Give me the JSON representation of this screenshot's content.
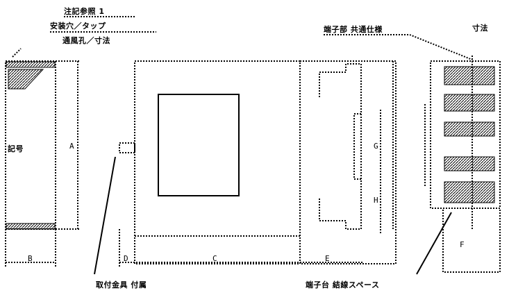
{
  "labels": {
    "top_left_1": "注記参照 1",
    "top_left_2": "安装穴／タップ",
    "top_left_3": "通風孔／寸法",
    "top_right": "端子部 共通仕様",
    "right_corner": "寸法",
    "bottom_left": "取付金具 付属",
    "bottom_right": "端子台 結線スペース",
    "side_tag": "記号"
  },
  "dimensions": {
    "left_height": "A",
    "left_width": "B",
    "main_width": "C",
    "main_inner": "D",
    "right_width": "E",
    "right_depth": "F",
    "right_h1": "G",
    "right_h2": "H"
  },
  "colors": {
    "line": "#000000",
    "background": "#ffffff"
  }
}
